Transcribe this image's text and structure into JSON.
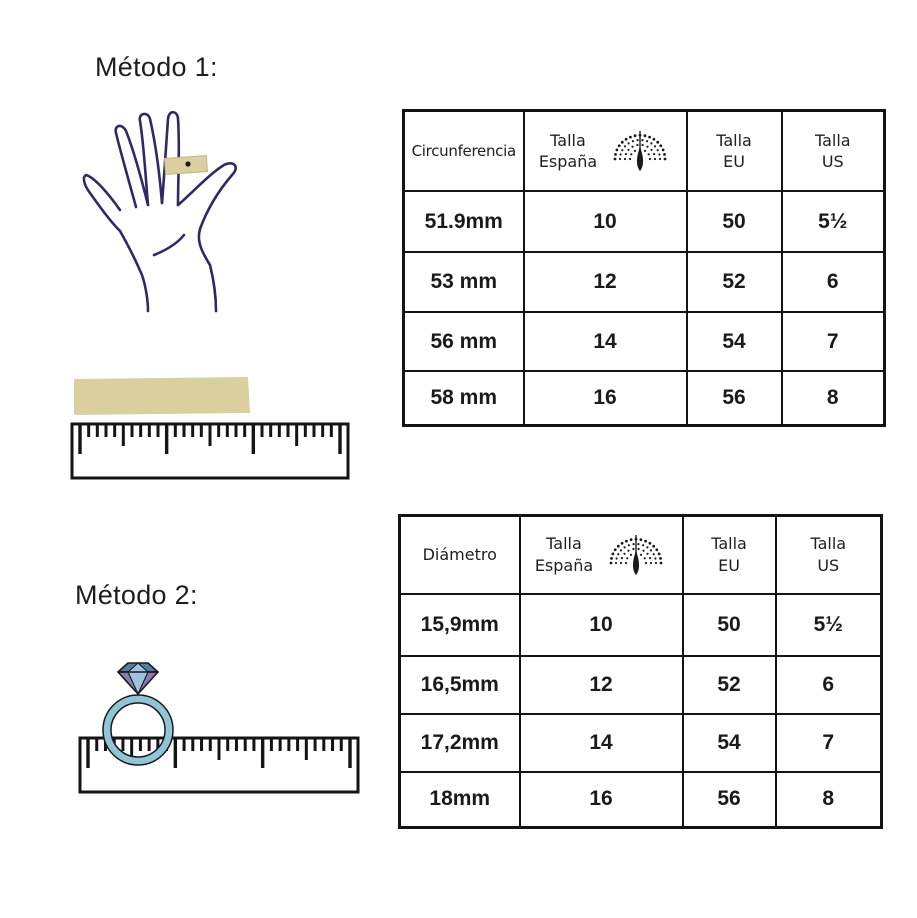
{
  "method1": {
    "title": "Método 1:",
    "table": {
      "headers": [
        {
          "lines": [
            "Circunferencia"
          ]
        },
        {
          "lines": [
            "Talla",
            "España"
          ],
          "icon": "peacock-icon"
        },
        {
          "lines": [
            "Talla",
            "EU"
          ]
        },
        {
          "lines": [
            "Talla",
            "US"
          ]
        }
      ],
      "rows": [
        [
          "51.9mm",
          "10",
          "50",
          "5½"
        ],
        [
          "53 mm",
          "12",
          "52",
          "6"
        ],
        [
          "56 mm",
          "14",
          "54",
          "7"
        ],
        [
          "58 mm",
          "16",
          "56",
          "8"
        ]
      ]
    }
  },
  "method2": {
    "title": "Método 2:",
    "table": {
      "headers": [
        {
          "lines": [
            "Diámetro"
          ]
        },
        {
          "lines": [
            "Talla",
            "España"
          ],
          "icon": "peacock-icon"
        },
        {
          "lines": [
            "Talla",
            "EU"
          ]
        },
        {
          "lines": [
            "Talla",
            "US"
          ]
        }
      ],
      "rows": [
        [
          "15,9mm",
          "10",
          "50",
          "5½"
        ],
        [
          "16,5mm",
          "12",
          "52",
          "6"
        ],
        [
          "17,2mm",
          "14",
          "54",
          "7"
        ],
        [
          "18mm",
          "16",
          "56",
          "8"
        ]
      ]
    }
  },
  "colors": {
    "hand_outline": "#2e2a66",
    "tape": "#d9cf9f",
    "ruler": "#141414",
    "ring_band": "#8fc5d6",
    "gem_top": "#4f7ea8",
    "gem_side": "#8a7bb8",
    "gem_light": "#9fc4e0"
  },
  "icons": [
    "hand-icon",
    "tape-strip-icon",
    "ruler-icon",
    "ring-icon",
    "diamond-icon",
    "peacock-icon"
  ]
}
